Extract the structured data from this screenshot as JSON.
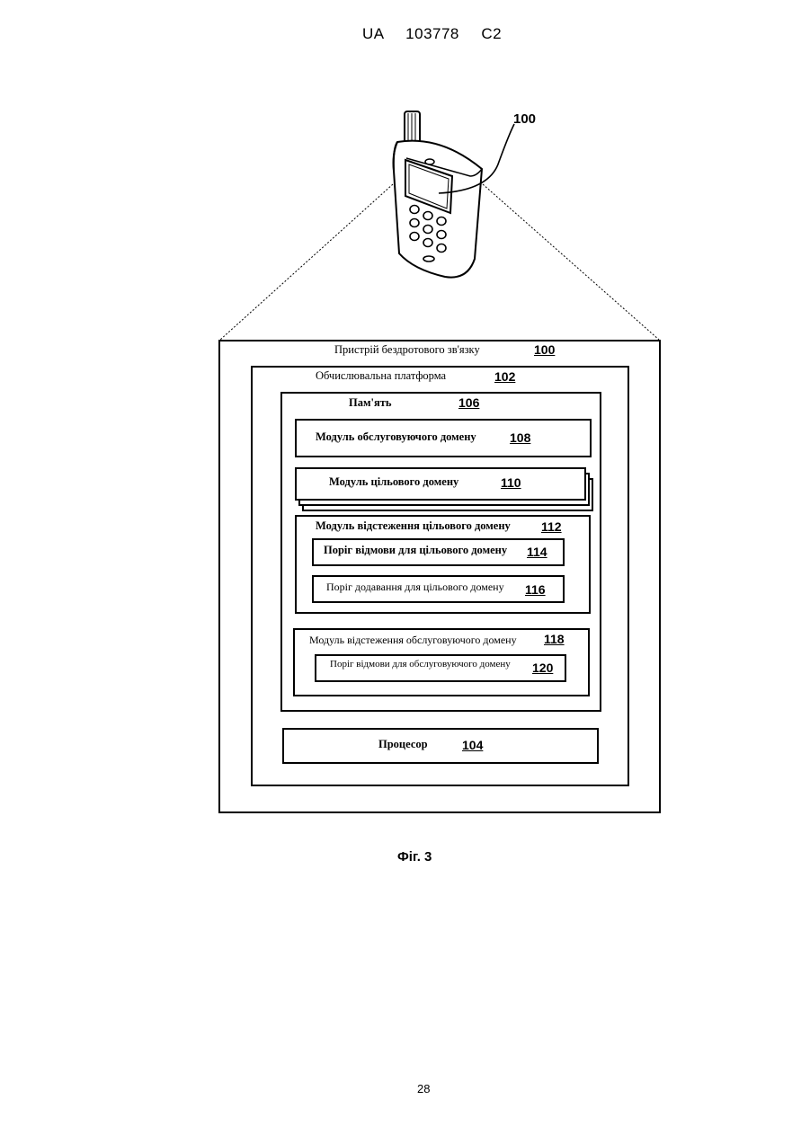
{
  "header": {
    "country": "UA",
    "number": "103778",
    "kind": "C2"
  },
  "phone": {
    "ref": "100"
  },
  "diagram": {
    "device": {
      "label": "Пристрій бездротового зв'язку",
      "ref": "100"
    },
    "platform": {
      "label": "Обчислювальна платформа",
      "ref": "102"
    },
    "memory": {
      "label": "Пам'ять",
      "ref": "106"
    },
    "serving_domain_module": {
      "label": "Модуль обслуговуючого домену",
      "ref": "108"
    },
    "target_domain_module": {
      "label": "Модуль цільового домену",
      "ref": "110"
    },
    "target_tracking_module": {
      "label": "Модуль відстеження цільового домену",
      "ref": "112"
    },
    "target_drop_threshold": {
      "label": "Поріг відмови для цільового домену",
      "ref": "114"
    },
    "target_add_threshold": {
      "label": "Поріг додавання для цільового домену",
      "ref": "116"
    },
    "serving_tracking_module": {
      "label": "Модуль відстеження обслуговуючого домену",
      "ref": "118"
    },
    "serving_drop_threshold": {
      "label": "Поріг відмови для обслуговуючого домену",
      "ref": "120"
    },
    "processor": {
      "label": "Процесор",
      "ref": "104"
    }
  },
  "caption": "Фіг. 3",
  "page_number": "28"
}
